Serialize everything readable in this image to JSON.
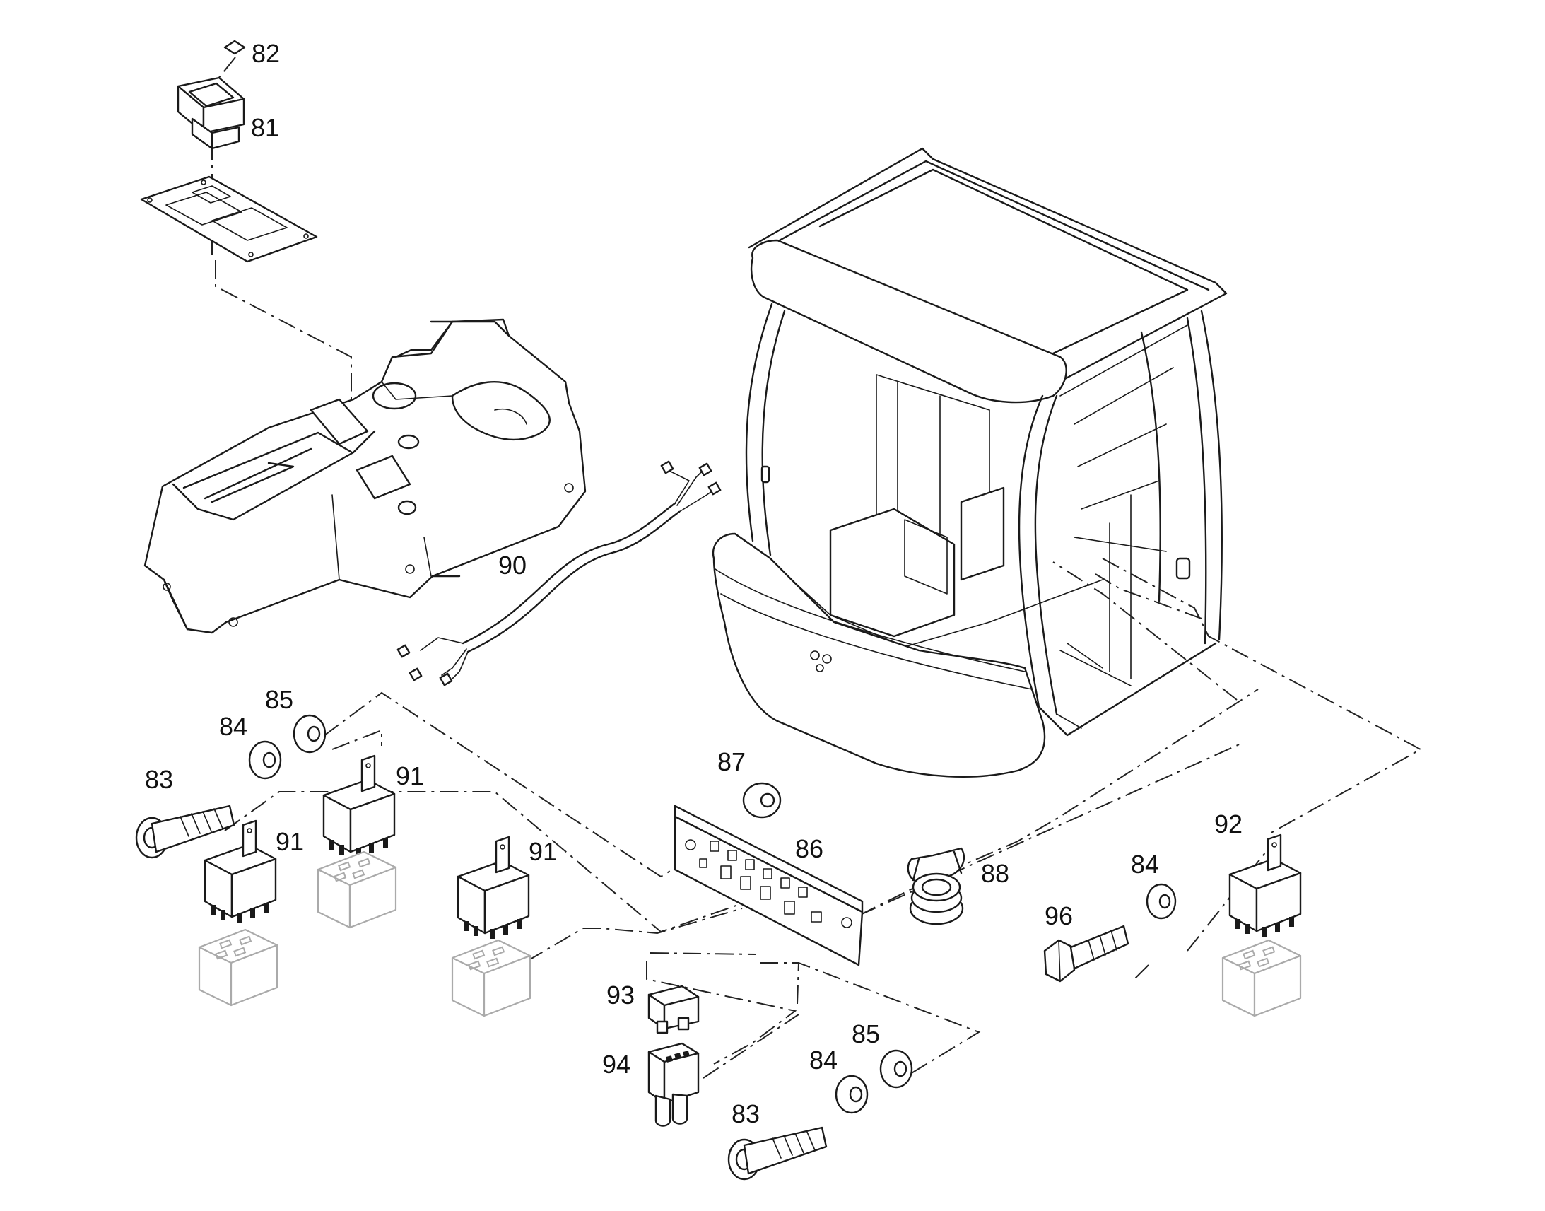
{
  "callouts": {
    "c81": "81",
    "c82": "82",
    "c83a": "83",
    "c83b": "83",
    "c84a": "84",
    "c84b": "84",
    "c84c": "84",
    "c85a": "85",
    "c85b": "85",
    "c86": "86",
    "c87": "87",
    "c88": "88",
    "c90": "90",
    "c91a": "91",
    "c91b": "91",
    "c91c": "91",
    "c92": "92",
    "c93": "93",
    "c94": "94",
    "c96": "96"
  }
}
